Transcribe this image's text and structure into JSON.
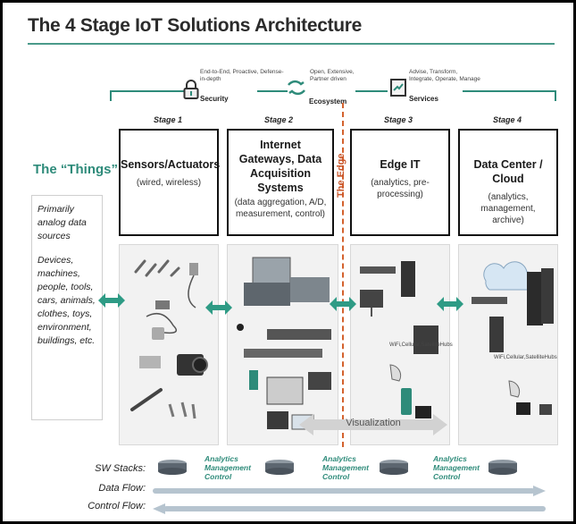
{
  "title": "The 4 Stage IoT Solutions Architecture",
  "services": [
    {
      "small": "End-to-End, Proactive, Defense-in-depth",
      "label": "Security",
      "icon": "lock-icon"
    },
    {
      "small": "Open, Extensive, Partner driven",
      "label": "Ecosystem",
      "icon": "handshake-icon"
    },
    {
      "small": "Advise, Transform, Integrate, Operate, Manage",
      "label": "Services",
      "icon": "document-icon"
    }
  ],
  "stages": [
    {
      "label": "Stage 1",
      "title": "Sensors/Actuators",
      "sub": "(wired, wireless)"
    },
    {
      "label": "Stage 2",
      "title": "Internet Gateways, Data Acquisition Systems",
      "sub": "(data aggregation, A/D, measurement, control)"
    },
    {
      "label": "Stage 3",
      "title": "Edge IT",
      "sub": "(analytics, pre-processing)"
    },
    {
      "label": "Stage 4",
      "title": "Data Center / Cloud",
      "sub": "(analytics, management, archive)"
    }
  ],
  "things": {
    "title": "The “Things”",
    "line1": "Primarily analog data sources",
    "line2": "Devices, machines, people, tools, cars, animals, clothes, toys, environment, buildings, etc."
  },
  "edge_label": "The Edge",
  "wifi_label": "WiFi,Cellular,SatelliteHubs",
  "visualization": "Visualization",
  "analytics_text": [
    "Analytics",
    "Management",
    "Control"
  ],
  "bottom_labels": {
    "sw": "SW Stacks:",
    "data": "Data Flow:",
    "control": "Control Flow:"
  },
  "colors": {
    "accent": "#2e8b7a",
    "edge": "#d4622e"
  }
}
